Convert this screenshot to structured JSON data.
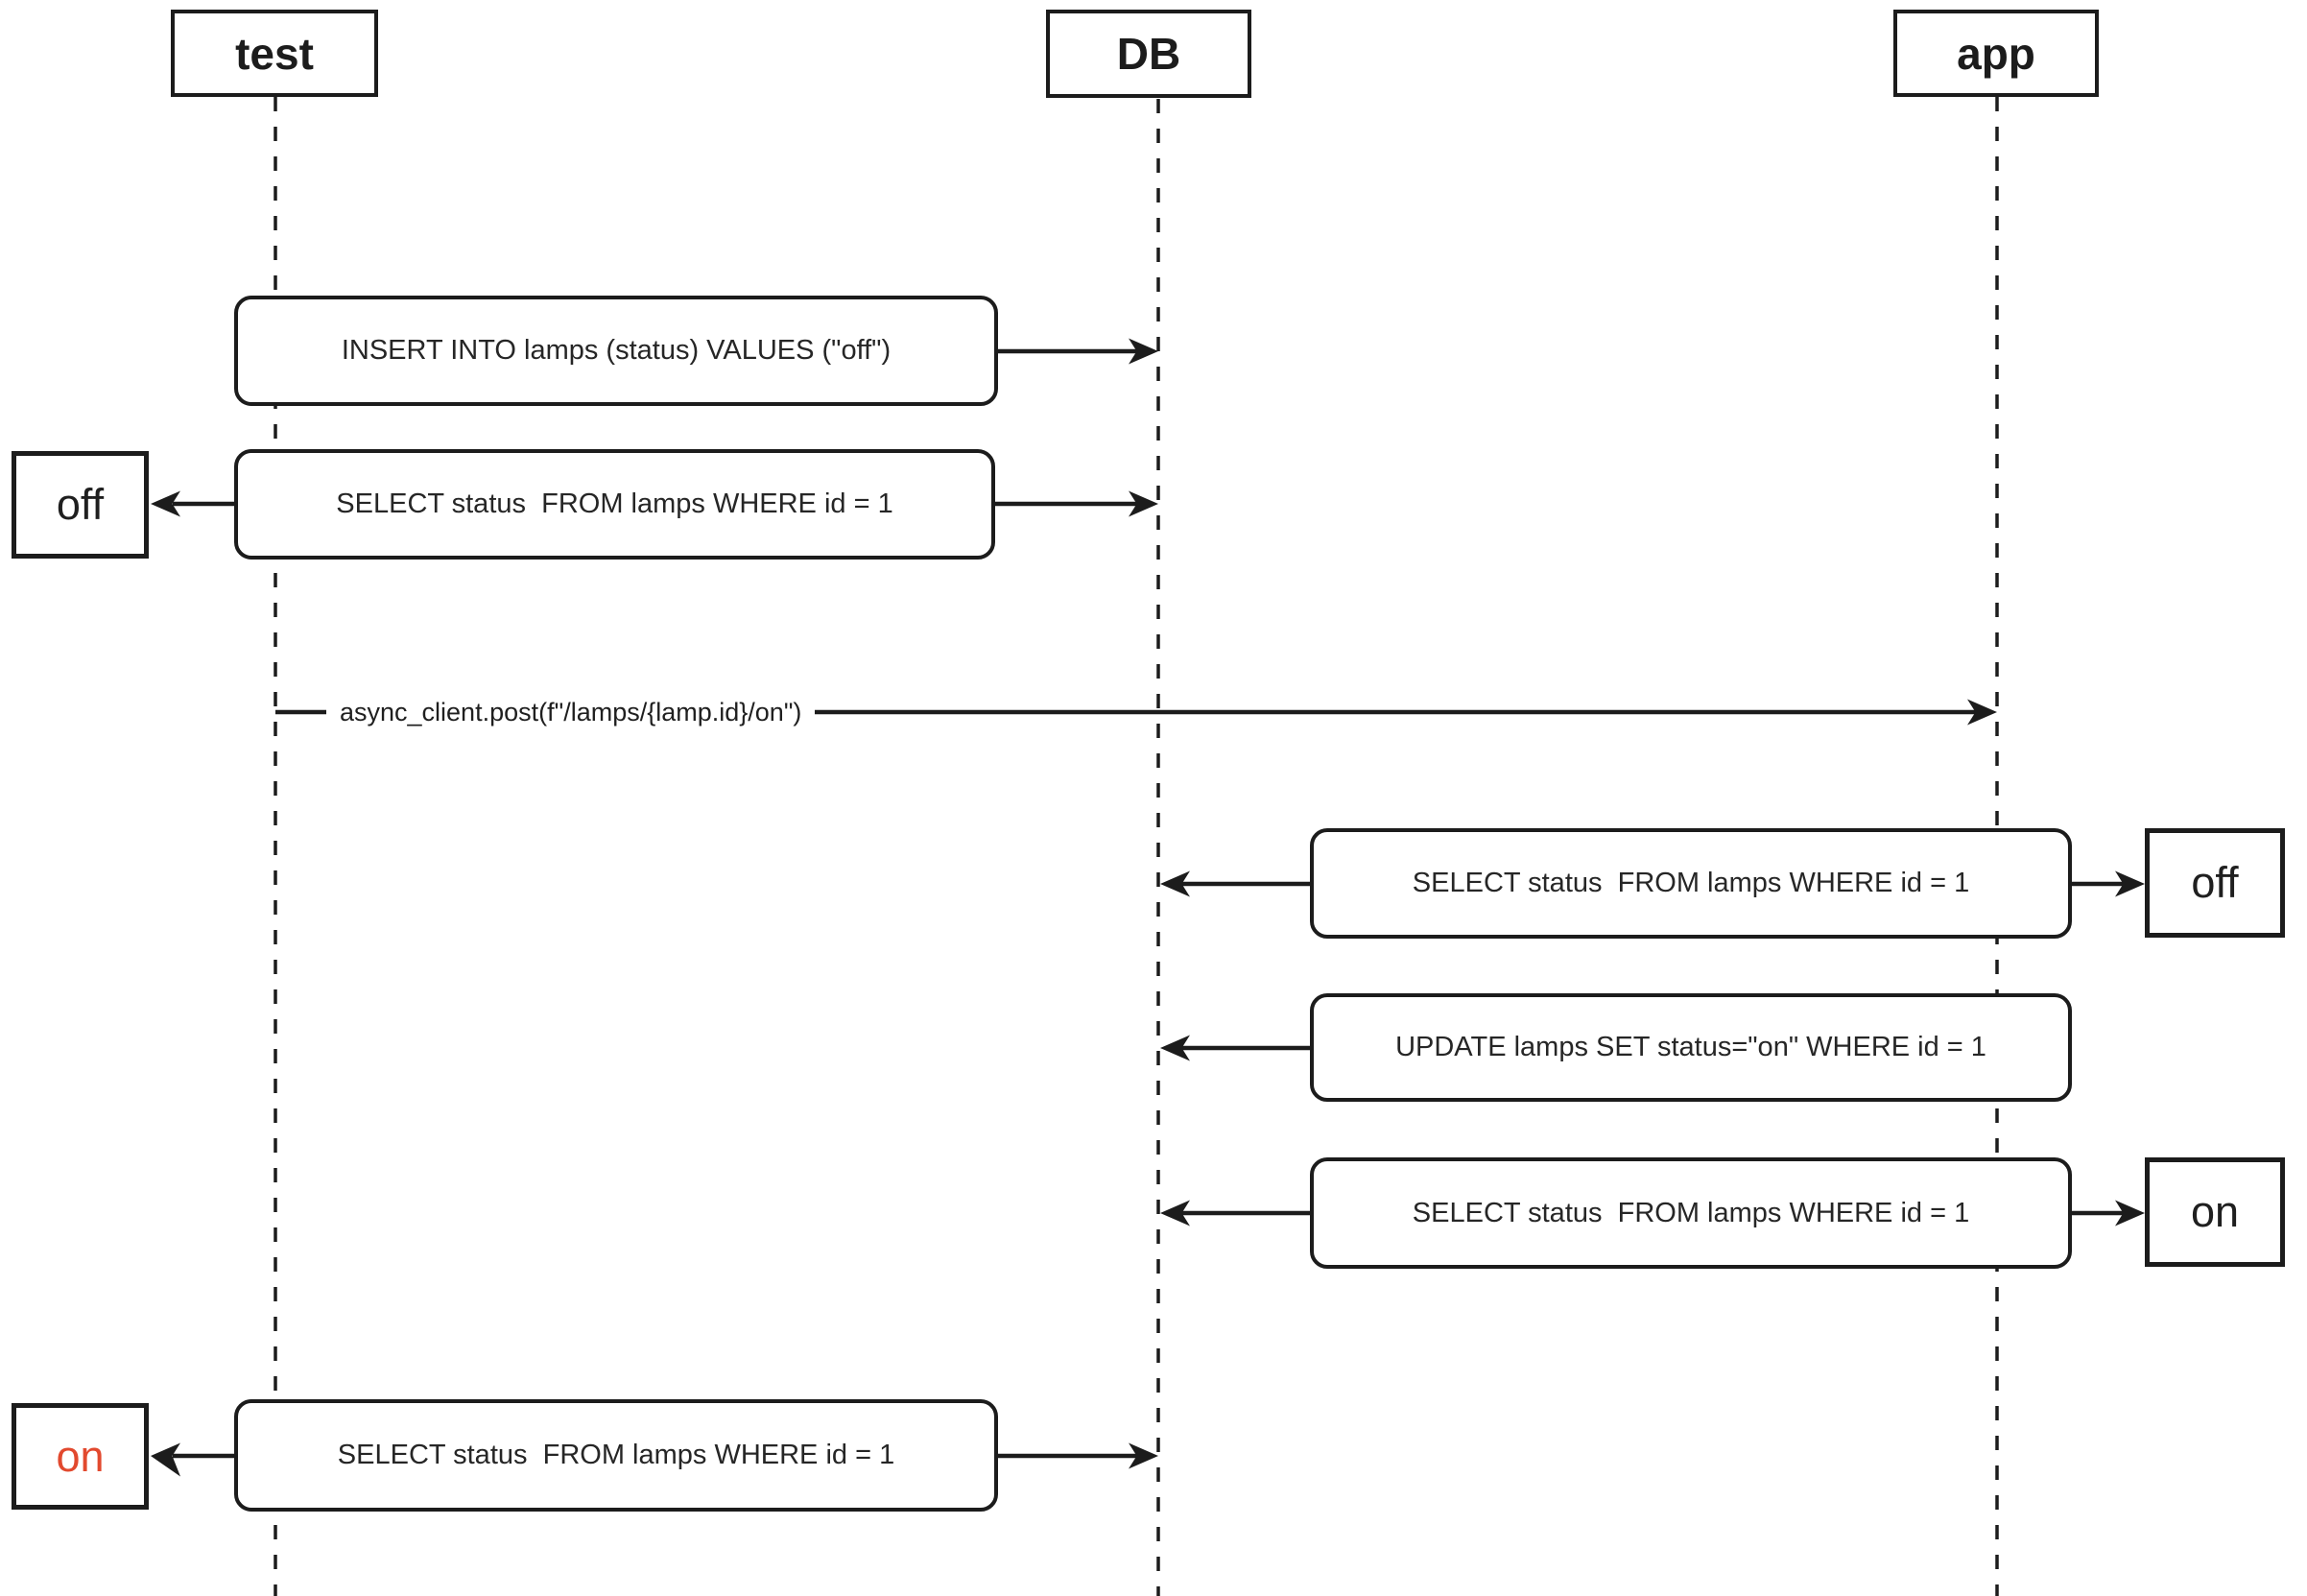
{
  "diagram": {
    "type": "sequence",
    "actors": [
      {
        "id": "test",
        "label": "test"
      },
      {
        "id": "DB",
        "label": "DB"
      },
      {
        "id": "app",
        "label": "app"
      }
    ],
    "messages": [
      {
        "from": "test",
        "to": "DB",
        "text": "INSERT INTO lamps (status) VALUES (\"off\")"
      },
      {
        "from": "test",
        "to": "DB",
        "text": "SELECT status  FROM lamps WHERE id = 1",
        "result": "off"
      },
      {
        "from": "test",
        "to": "app",
        "text": "async_client.post(f\"/lamps/{lamp.id}/on\")"
      },
      {
        "from": "app",
        "to": "DB",
        "text": "SELECT status  FROM lamps WHERE id = 1",
        "result": "off"
      },
      {
        "from": "app",
        "to": "DB",
        "text": "UPDATE lamps SET status=\"on\" WHERE id = 1"
      },
      {
        "from": "app",
        "to": "DB",
        "text": "SELECT status  FROM lamps WHERE id = 1",
        "result": "on"
      },
      {
        "from": "test",
        "to": "DB",
        "text": "SELECT status  FROM lamps WHERE id = 1",
        "result": "on",
        "result_highlighted": true
      }
    ],
    "colors": {
      "stroke": "#1c1c1c",
      "text": "#262626",
      "highlight": "#e2492e",
      "background": "#ffffff"
    }
  }
}
